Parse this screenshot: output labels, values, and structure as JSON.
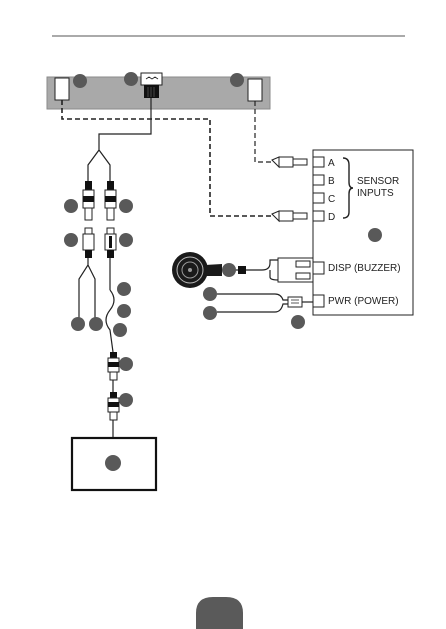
{
  "ports": {
    "a": "A",
    "b": "B",
    "c": "C",
    "d": "D"
  },
  "labels": {
    "sensor_inputs_line1": "SENSOR",
    "sensor_inputs_line2": "INPUTS",
    "disp": "DISP (BUZZER)",
    "pwr": "PWR (POWER)"
  },
  "colors": {
    "bar": "#a9a9a9",
    "callout": "#595959",
    "line": "#222222",
    "page_tab": "#5a5a5a"
  }
}
